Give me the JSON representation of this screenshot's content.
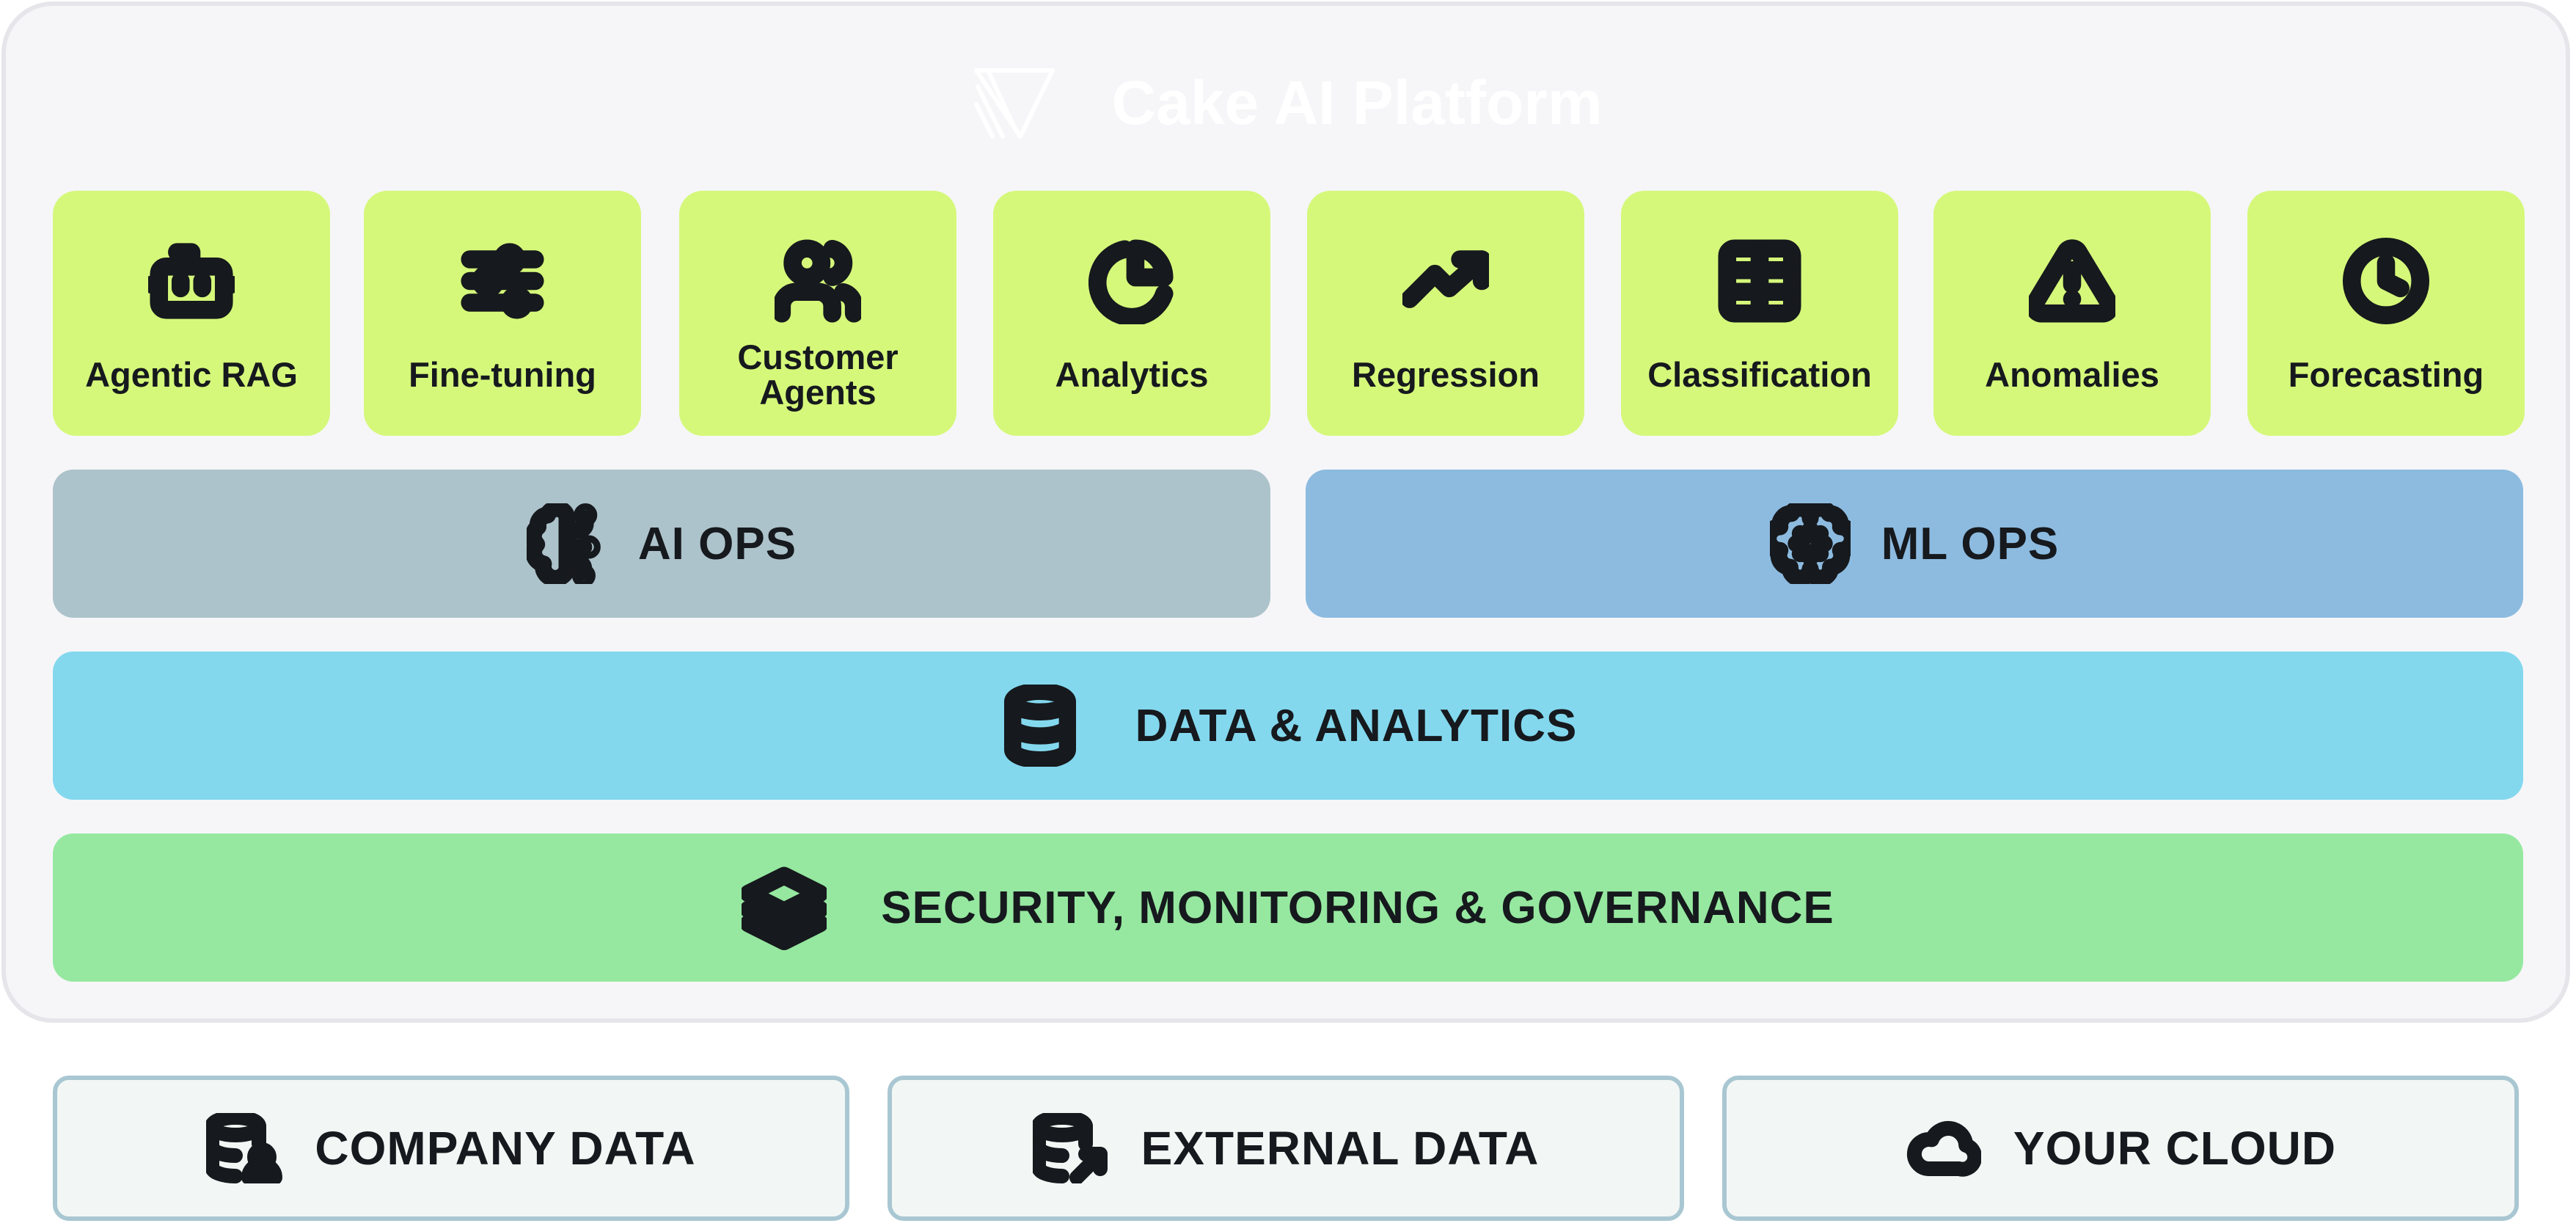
{
  "platform": {
    "title": "Cake AI Platform"
  },
  "cards": [
    {
      "label": "Agentic RAG",
      "icon": "robot-icon"
    },
    {
      "label": "Fine-tuning",
      "icon": "sliders-icon"
    },
    {
      "label": "Customer Agents",
      "icon": "users-icon"
    },
    {
      "label": "Analytics",
      "icon": "pie-chart-icon"
    },
    {
      "label": "Regression",
      "icon": "trending-up-icon"
    },
    {
      "label": "Classification",
      "icon": "grid-icon"
    },
    {
      "label": "Anomalies",
      "icon": "alert-triangle-icon"
    },
    {
      "label": "Forecasting",
      "icon": "clock-icon"
    }
  ],
  "layers": {
    "ai_ops": {
      "label": "AI OPS",
      "icon": "brain-circuit-icon"
    },
    "ml_ops": {
      "label": "ML OPS",
      "icon": "brain-cog-icon"
    },
    "data": {
      "label": "DATA & ANALYTICS",
      "icon": "database-icon"
    },
    "security": {
      "label": "SECURITY, MONITORING & GOVERNANCE",
      "icon": "layers-icon"
    }
  },
  "sources": [
    {
      "label": "COMPANY DATA",
      "icon": "database-user-icon"
    },
    {
      "label": "EXTERNAL DATA",
      "icon": "database-export-icon"
    },
    {
      "label": "YOUR CLOUD",
      "icon": "cloud-icon"
    }
  ],
  "colors": {
    "card": "#d5f87a",
    "ai_ops": "#adc3cb",
    "ml_ops": "#8dbbe0",
    "data": "#83d8ee",
    "security": "#96e8a0",
    "platform_bg": "#f6f6f8",
    "source_border": "#a9c7d2"
  }
}
